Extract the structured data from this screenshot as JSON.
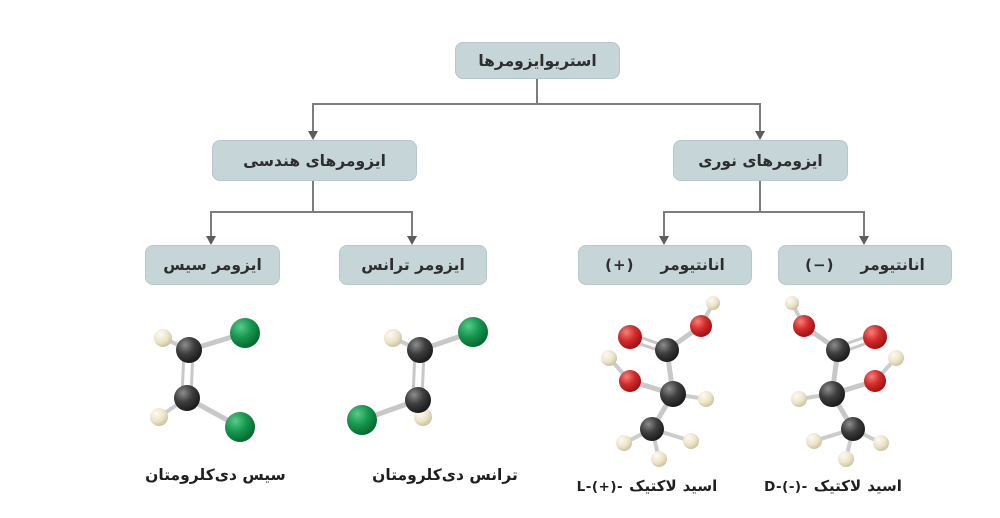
{
  "diagram": {
    "root": {
      "label": "استریوایزومرها"
    },
    "branches": {
      "geometric": {
        "label": "ایزومرهای هندسی"
      },
      "optical": {
        "label": "ایزومرهای نوری"
      }
    },
    "leaves": {
      "cis": {
        "label": "ایزومر سیس"
      },
      "trans": {
        "label": "ایزومر ترانس"
      },
      "enantiomer_plus": {
        "label": "انانتیومر",
        "sign": "(+)"
      },
      "enantiomer_minus": {
        "label": "انانتیومر",
        "sign": "(−)"
      }
    }
  },
  "captions": {
    "cis": "سیس دی‌کلرومتان",
    "trans": "ترانس دی‌کلرومتان",
    "lactic_l": {
      "prefix": "L-(+)-",
      "name_part1": "لاکتیک",
      "name_part2": "اسید"
    },
    "lactic_d": {
      "prefix": "D-(-)-",
      "name_part1": "لاکتیک",
      "name_part2": "اسید"
    }
  },
  "colors": {
    "background": "#ffffff",
    "box_fill": "#c6d5d8",
    "box_border": "#b6c8cb",
    "box_text": "#2e2e2e",
    "connector": "#7d7d7d",
    "arrow": "#5d5d5d",
    "bond": "#c8c8c8",
    "atom_carbon": "#2e2e2e",
    "atom_chlorine": "#13914a",
    "atom_hydrogen": "#ece4c8",
    "atom_oxygen": "#d42c2c"
  }
}
